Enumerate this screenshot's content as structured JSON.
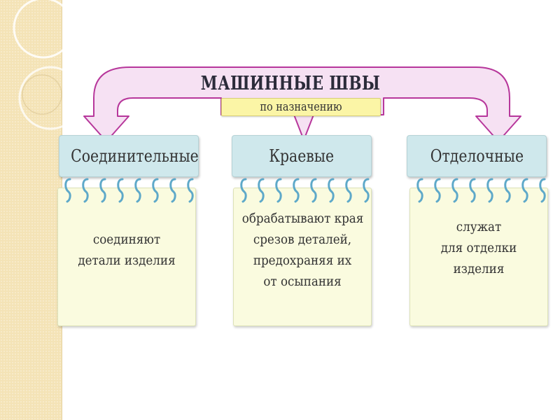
{
  "diagram": {
    "title": "МАШИННЫЕ ШВЫ",
    "subtitle": "по назначению",
    "categories": [
      {
        "name": "Соединительные",
        "description": [
          "соединяют",
          "детали изделия"
        ]
      },
      {
        "name": "Краевые",
        "description": [
          "обрабатывают края",
          "срезов деталей,",
          "предохраняя их",
          "от осыпания"
        ]
      },
      {
        "name": "Отделочные",
        "description": [
          "служат",
          "для отделки",
          "изделия"
        ]
      }
    ]
  },
  "colors": {
    "bracket_fill": "#f6e1f3",
    "bracket_stroke": "#b7379b",
    "header_fill": "#cfe8ec",
    "note_fill": "#fafbdf",
    "subtitle_fill": "#fbf5a6",
    "spiral": "#5ea9c9",
    "side_strip": "#f4e3b6"
  }
}
